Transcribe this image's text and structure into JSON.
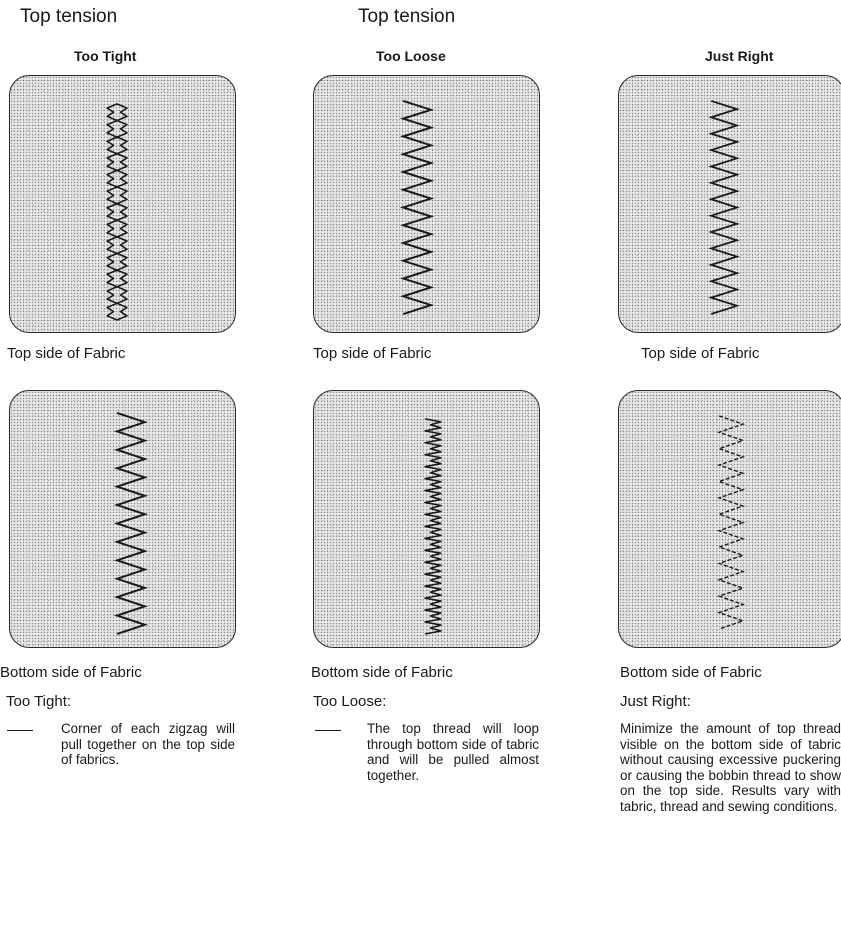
{
  "columns": [
    {
      "heading": "Top tension",
      "subheading": "Too Tight",
      "top_caption": "Top side of Fabric",
      "bottom_caption": "Bottom side of Fabric",
      "label": "Too Tight:",
      "description": "Corner of each zigzag will pull together on the top side of fabrics."
    },
    {
      "heading": "Top tension",
      "subheading": "Too Loose",
      "top_caption": "Top side of Fabric",
      "bottom_caption": "Bottom side of Fabric",
      "label": "Too Loose:",
      "description": "The top thread will loop through bottom side of tabric and will be pulled almost together."
    },
    {
      "subheading": "Just Right",
      "top_caption": "Top side of Fabric",
      "bottom_caption": "Bottom side of Fabric",
      "label": "Just Right:",
      "description": "Minimize the amount of top thread visible on the bottom side of tabric without causing excessive puckering or causing the bobbin thread to show on the top side. Results vary with tabric, thread and sewing conditions."
    }
  ]
}
